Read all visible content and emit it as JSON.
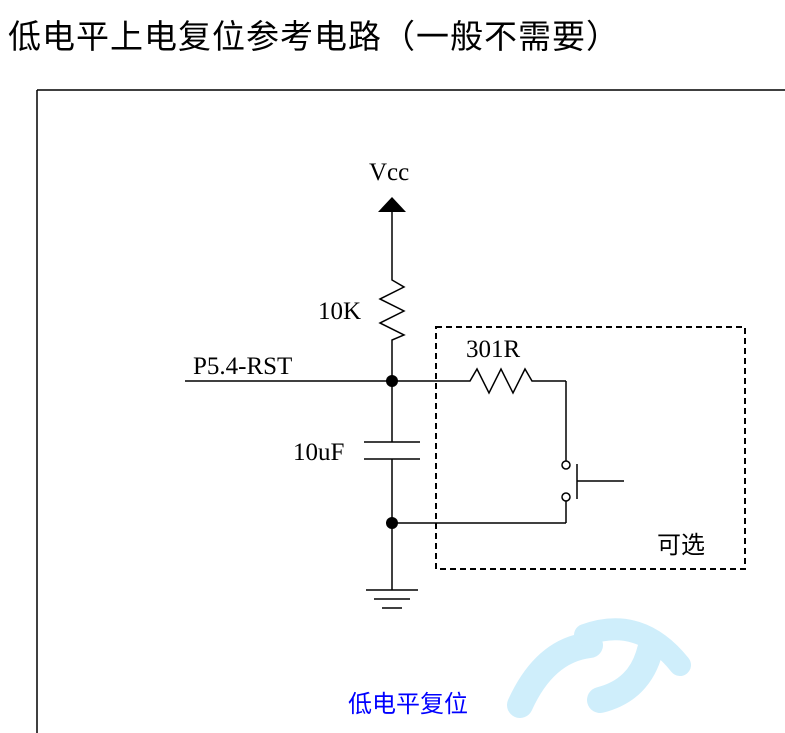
{
  "title": "低电平上电复位参考电路（一般不需要）",
  "labels": {
    "vcc": "Vcc",
    "r1": "10K",
    "pin": "P5.4-RST",
    "r2": "301R",
    "cap": "10uF",
    "optional": "可选",
    "caption": "低电平复位"
  },
  "colors": {
    "line": "#000000",
    "caption": "#0000ff",
    "watermark": "#cfeefb"
  }
}
